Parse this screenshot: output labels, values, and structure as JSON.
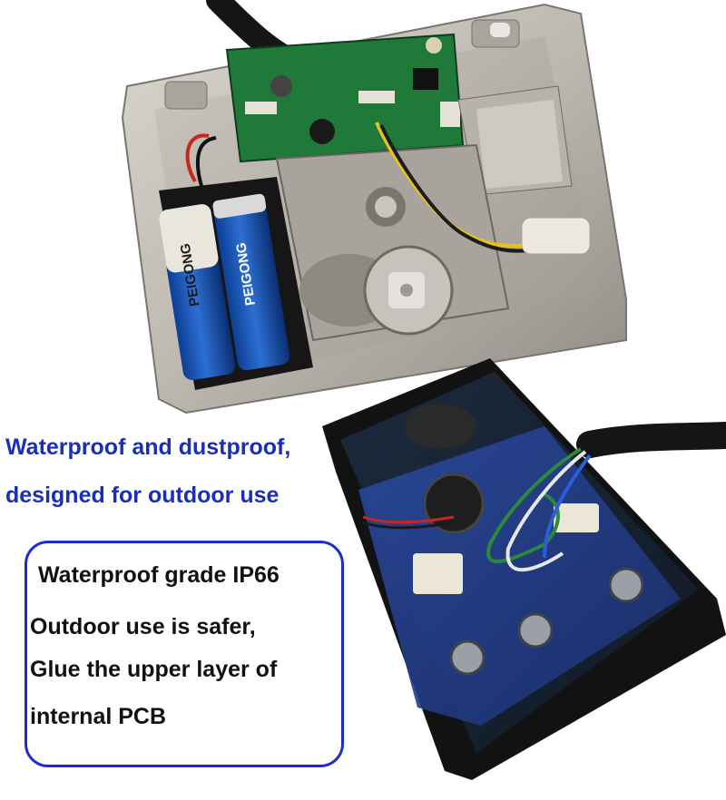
{
  "headline": {
    "line1": "Waterproof and dustproof,",
    "line2": "designed for outdoor use"
  },
  "callout": {
    "line1": "Waterproof grade IP66",
    "line2": "Outdoor use is safer,",
    "line3": "Glue the upper layer of",
    "line4": "internal PCB"
  },
  "photo_labels": {
    "battery_brand": "PEIGONG"
  },
  "colors": {
    "headline": "#1a2fb6",
    "callout_border": "#1d2bd4",
    "callout_text": "#111111"
  }
}
